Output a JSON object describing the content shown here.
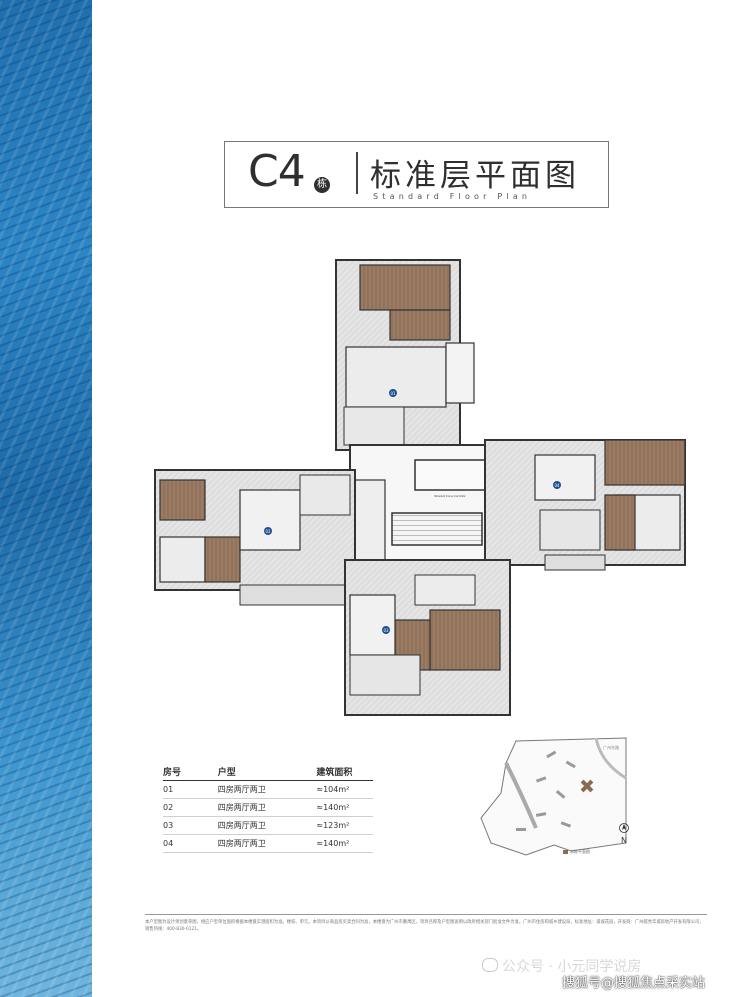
{
  "title": {
    "building_code": "C4",
    "building_suffix": "栋",
    "name_cn": "标准层平面图",
    "name_en": "Standard Floor Plan"
  },
  "plan": {
    "unit_labels": [
      "01",
      "02",
      "03",
      "04"
    ],
    "core_note": "Shared Core Corridor"
  },
  "unit_table": {
    "headers": [
      "房号",
      "户型",
      "建筑面积"
    ],
    "rows": [
      {
        "room": "01",
        "type": "四房两厅两卫",
        "area": "≈104m²"
      },
      {
        "room": "02",
        "type": "四房两厅两卫",
        "area": "≈140m²"
      },
      {
        "room": "03",
        "type": "四房两厅两卫",
        "area": "≈123m²"
      },
      {
        "room": "04",
        "type": "四房两厅两卫",
        "area": "≈140m²"
      }
    ]
  },
  "site_map": {
    "north_label": "N",
    "legend_label": "本栋平面图",
    "road_label": "广州东路"
  },
  "footnote": "本户型图为设计师创意草图，相应户型单位面积根据本楼盘实测面积为准。楼栋、单元。本项目以商品房买卖合同为准，本楼盘为广州市番禺区，项目名称及户型图说明以政府相关部门批准文件为准。广州市住房和城乡建设局，标准地址：浦城花园，开发商：广州越秀华城房地产开发有限公司，销售热线：400-830-0121。",
  "watermarks": {
    "wechat": "公众号 · 小元同学说房",
    "sohu": "搜狐号@搜狐焦点采实站"
  },
  "colors": {
    "water_blue": "#2b86c6",
    "wall_dark": "#3a3a3a",
    "floor_grey": "#d9d9d9",
    "wood": "#8a6b52",
    "unit_badge": "#1f4f8f"
  }
}
